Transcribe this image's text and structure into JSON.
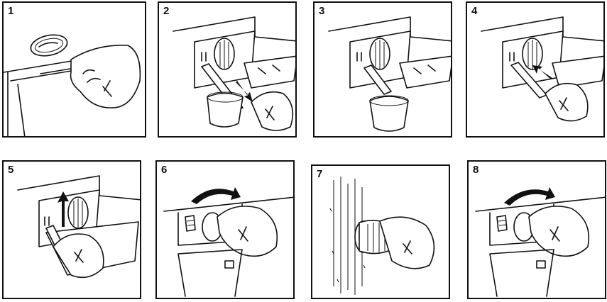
{
  "steps": [
    {
      "number": "1",
      "icon": "pry-open-cover-icon"
    },
    {
      "number": "2",
      "icon": "drain-hose-into-bowl-icon"
    },
    {
      "number": "3",
      "icon": "water-draining-icon"
    },
    {
      "number": "4",
      "icon": "push-hose-back-icon"
    },
    {
      "number": "5",
      "icon": "lift-hose-icon"
    },
    {
      "number": "6",
      "icon": "unscrew-filter-icon"
    },
    {
      "number": "7",
      "icon": "rinse-filter-icon"
    },
    {
      "number": "8",
      "icon": "screw-filter-icon"
    }
  ],
  "colors": {
    "line": "#111111",
    "background": "#ffffff"
  }
}
